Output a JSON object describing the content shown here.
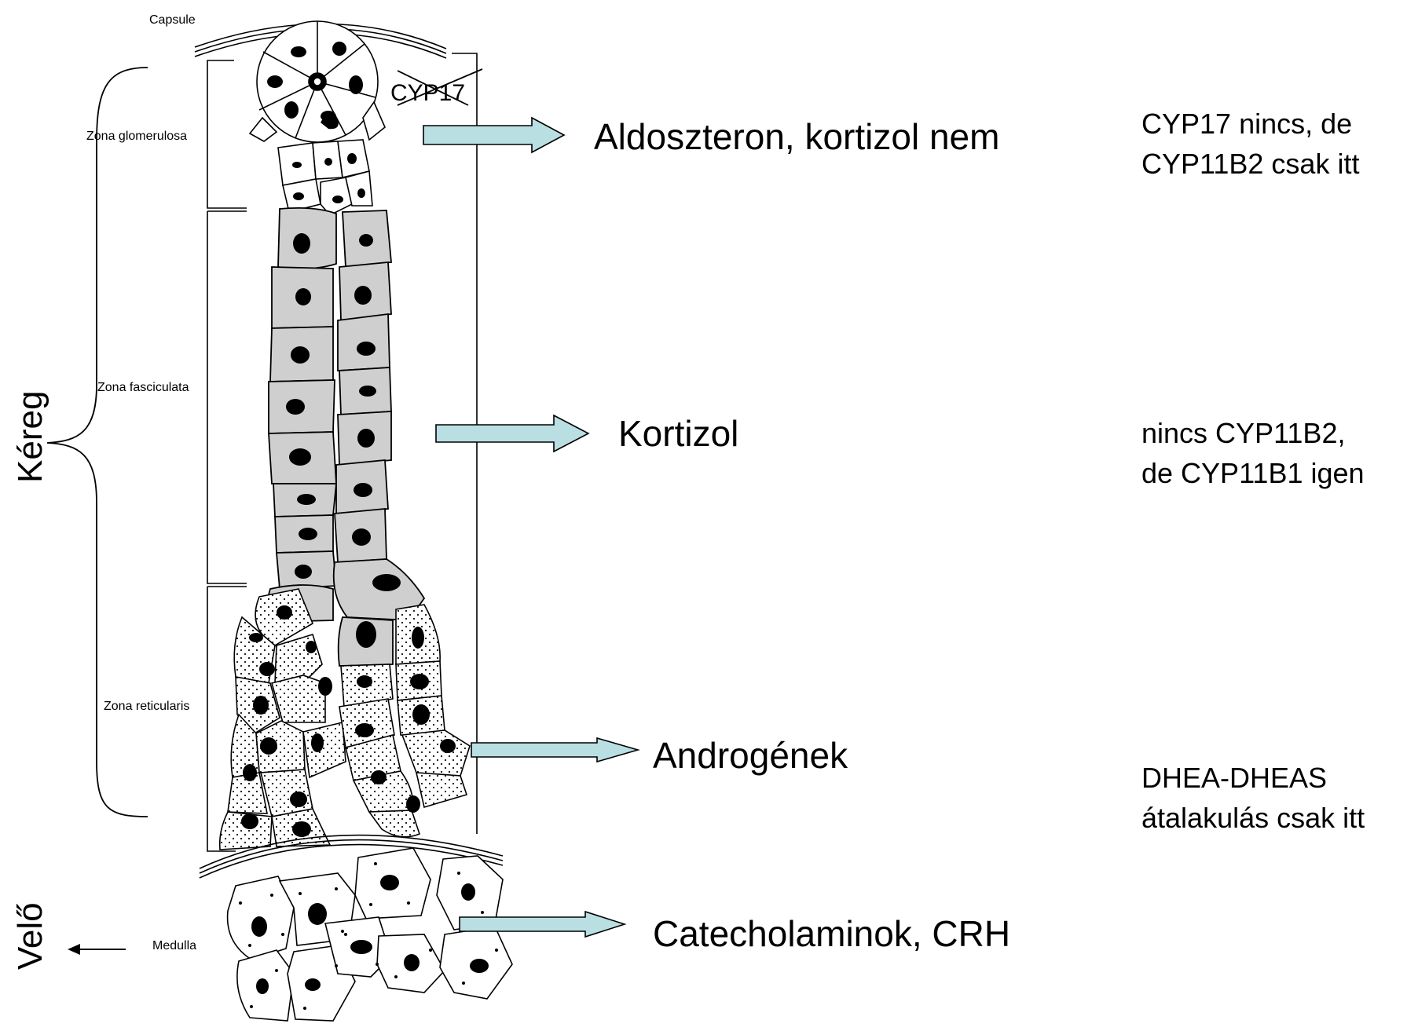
{
  "labels": {
    "capsule": "Capsule",
    "zona_glomerulosa": "Zona glomerulosa",
    "zona_fasciculata": "Zona fasciculata",
    "zona_reticularis": "Zona reticularis",
    "medulla": "Medulla",
    "kereg": "Kéreg",
    "velo": "Velő",
    "cyp17_crossed": "CYP17"
  },
  "products": {
    "glomerulosa": "Aldoszteron, kortizol nem",
    "fasciculata": "Kortizol",
    "reticularis": "Androgének",
    "medulla": "Catecholaminok, CRH"
  },
  "notes": {
    "glomerulosa_line1": "CYP17 nincs, de",
    "glomerulosa_line2": "CYP11B2 csak itt",
    "fasciculata_line1": "nincs CYP11B2,",
    "fasciculata_line2": "de CYP11B1 igen",
    "reticularis_line1": "DHEA-DHEAS",
    "reticularis_line2": "átalakulás csak itt"
  },
  "colors": {
    "arrow_fill": "#b9dfe3",
    "fasciculata_cell": "#cfcfcf",
    "line": "#000000"
  }
}
